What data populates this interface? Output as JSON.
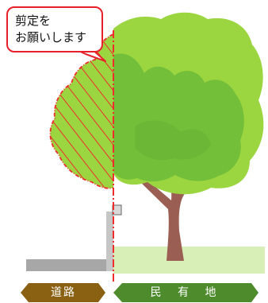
{
  "callout": {
    "text": "剪定を\nお願いします"
  },
  "labels": {
    "road": "道路",
    "private_land": "民 有 地"
  },
  "colors": {
    "foliage_light": "#9bd640",
    "foliage_mid": "#74bf3a",
    "foliage_dark": "#5ea92f",
    "trunk": "#9a5e52",
    "road": "#a7a7a7",
    "grass": "#d8efb7",
    "road_arrow": "#8a6112",
    "private_arrow": "#4d8b2c",
    "boundary": "#ef2d2d",
    "pole": "#b6b6b6"
  }
}
